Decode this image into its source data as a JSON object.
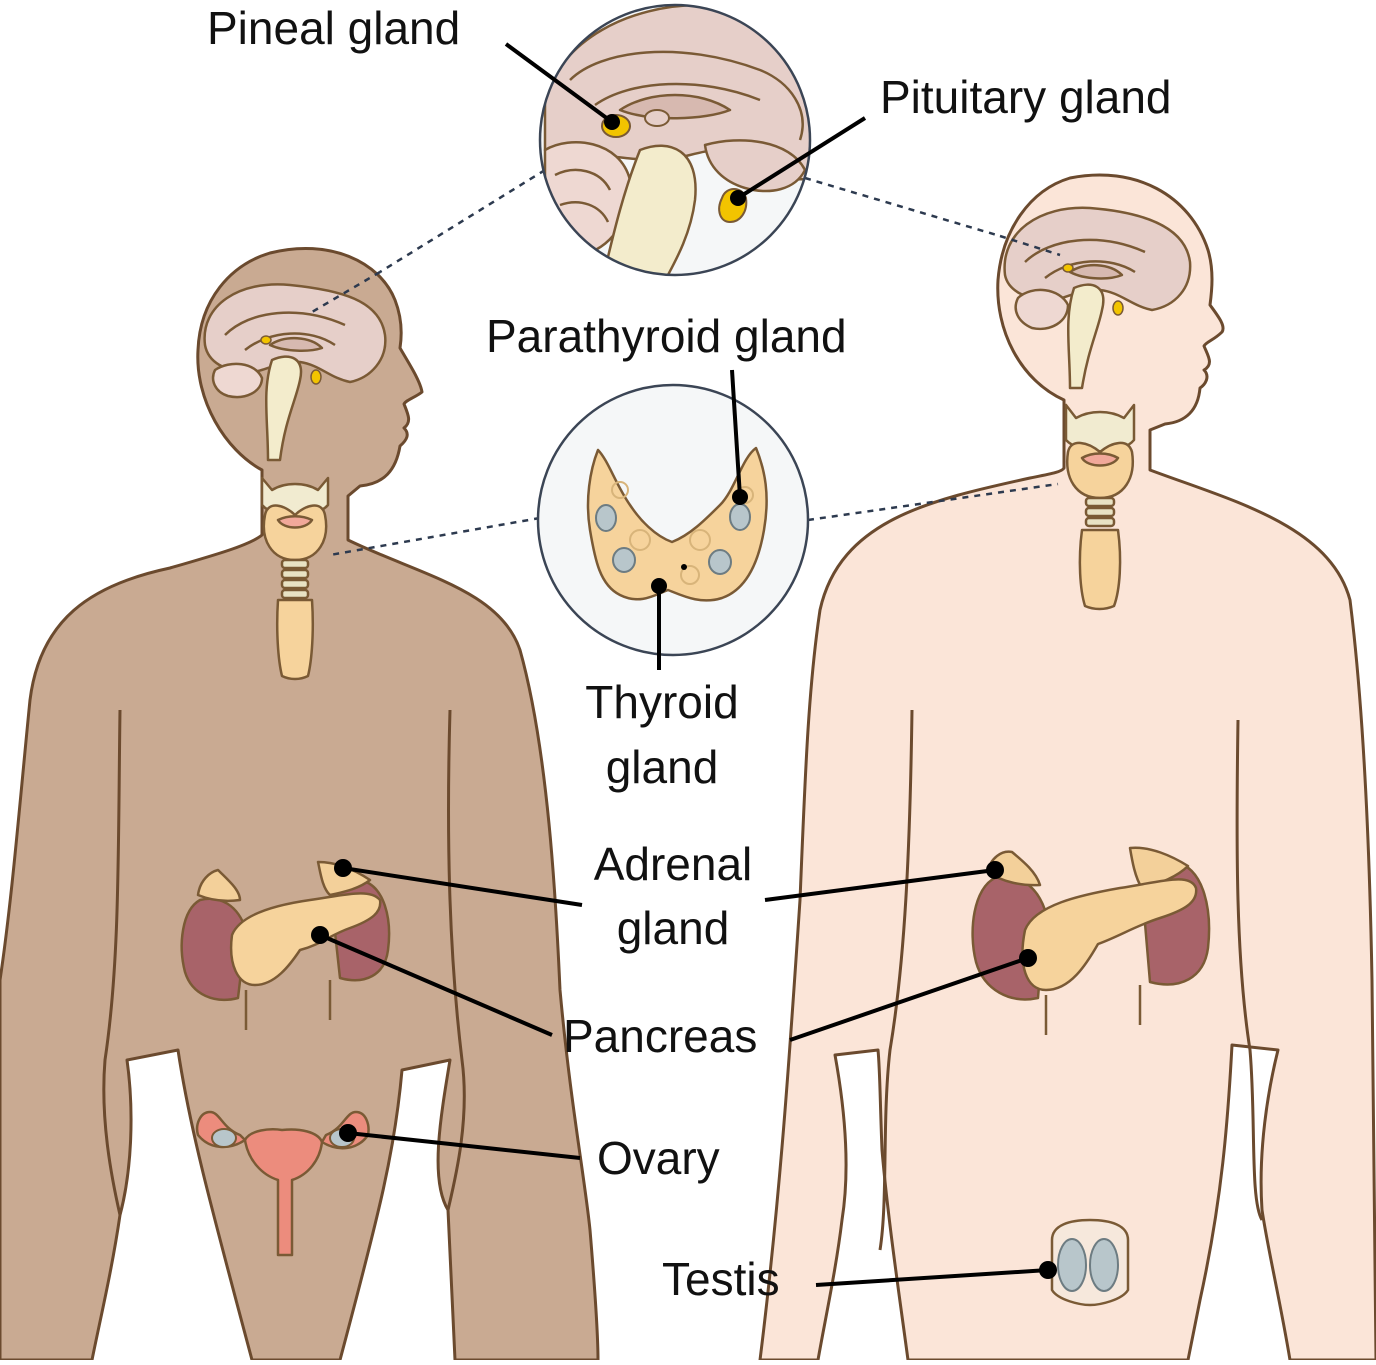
{
  "labels": {
    "pineal": "Pineal gland",
    "pituitary": "Pituitary gland",
    "parathyroid": "Parathyroid gland",
    "thyroid_line1": "Thyroid",
    "thyroid_line2": "gland",
    "adrenal_line1": "Adrenal",
    "adrenal_line2": "gland",
    "pancreas": "Pancreas",
    "ovary": "Ovary",
    "testis": "Testis"
  },
  "colors": {
    "female_skin": "#c9aa92",
    "male_skin": "#fbe5d8",
    "body_outline": "#6b4a2e",
    "brain": "#e6cfc9",
    "brain_inner": "#d7b9b0",
    "gland_yellow": "#f2c400",
    "thyroid_tissue": "#f6d39c",
    "parathyroid": "#b9c4c7",
    "pancreas": "#f6d39c",
    "adrenal": "#f3d09a",
    "kidney": "#a86369",
    "uterus": "#ec8c7d",
    "testis": "#b8c6cb",
    "inset_background": "#f5f7f8",
    "inset_border": "#3b4555",
    "leader": "#000000",
    "dashed_connector": "#2d3a4f"
  }
}
